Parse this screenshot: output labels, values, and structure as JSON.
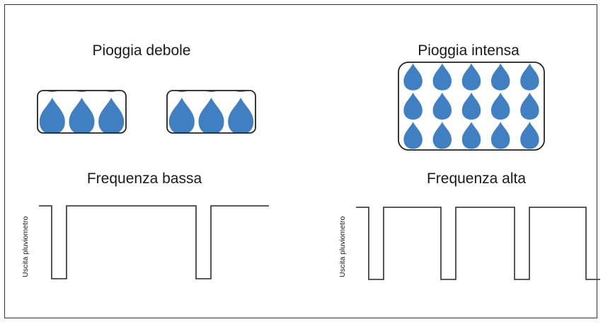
{
  "panels": [
    {
      "title": "Pioggia debole",
      "frequency_label": "Frequenza bassa",
      "ylabel": "Uscita pluviometro",
      "rain_intensity": "light",
      "signal_pulses": 2
    },
    {
      "title": "Pioggia intensa",
      "frequency_label": "Frequenza alta",
      "ylabel": "Uscita pluviometro",
      "rain_intensity": "heavy",
      "signal_pulses": 4
    }
  ],
  "colors": {
    "drop": "#3f7fc2",
    "line": "#444444",
    "border": "#333333"
  }
}
